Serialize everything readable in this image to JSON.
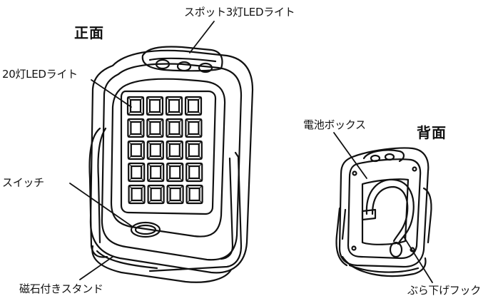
{
  "titles": {
    "front": "正面",
    "back": "背面"
  },
  "labels": {
    "spot_light": "スポット3灯LEDライト",
    "led20_light": "20灯LEDライト",
    "switch": "スイッチ",
    "magnet_stand": "磁石付きスタンド",
    "battery_box": "電池ボックス",
    "hanging_hook": "ぶら下げフック"
  },
  "colors": {
    "line": "#111111",
    "background": "#ffffff"
  }
}
